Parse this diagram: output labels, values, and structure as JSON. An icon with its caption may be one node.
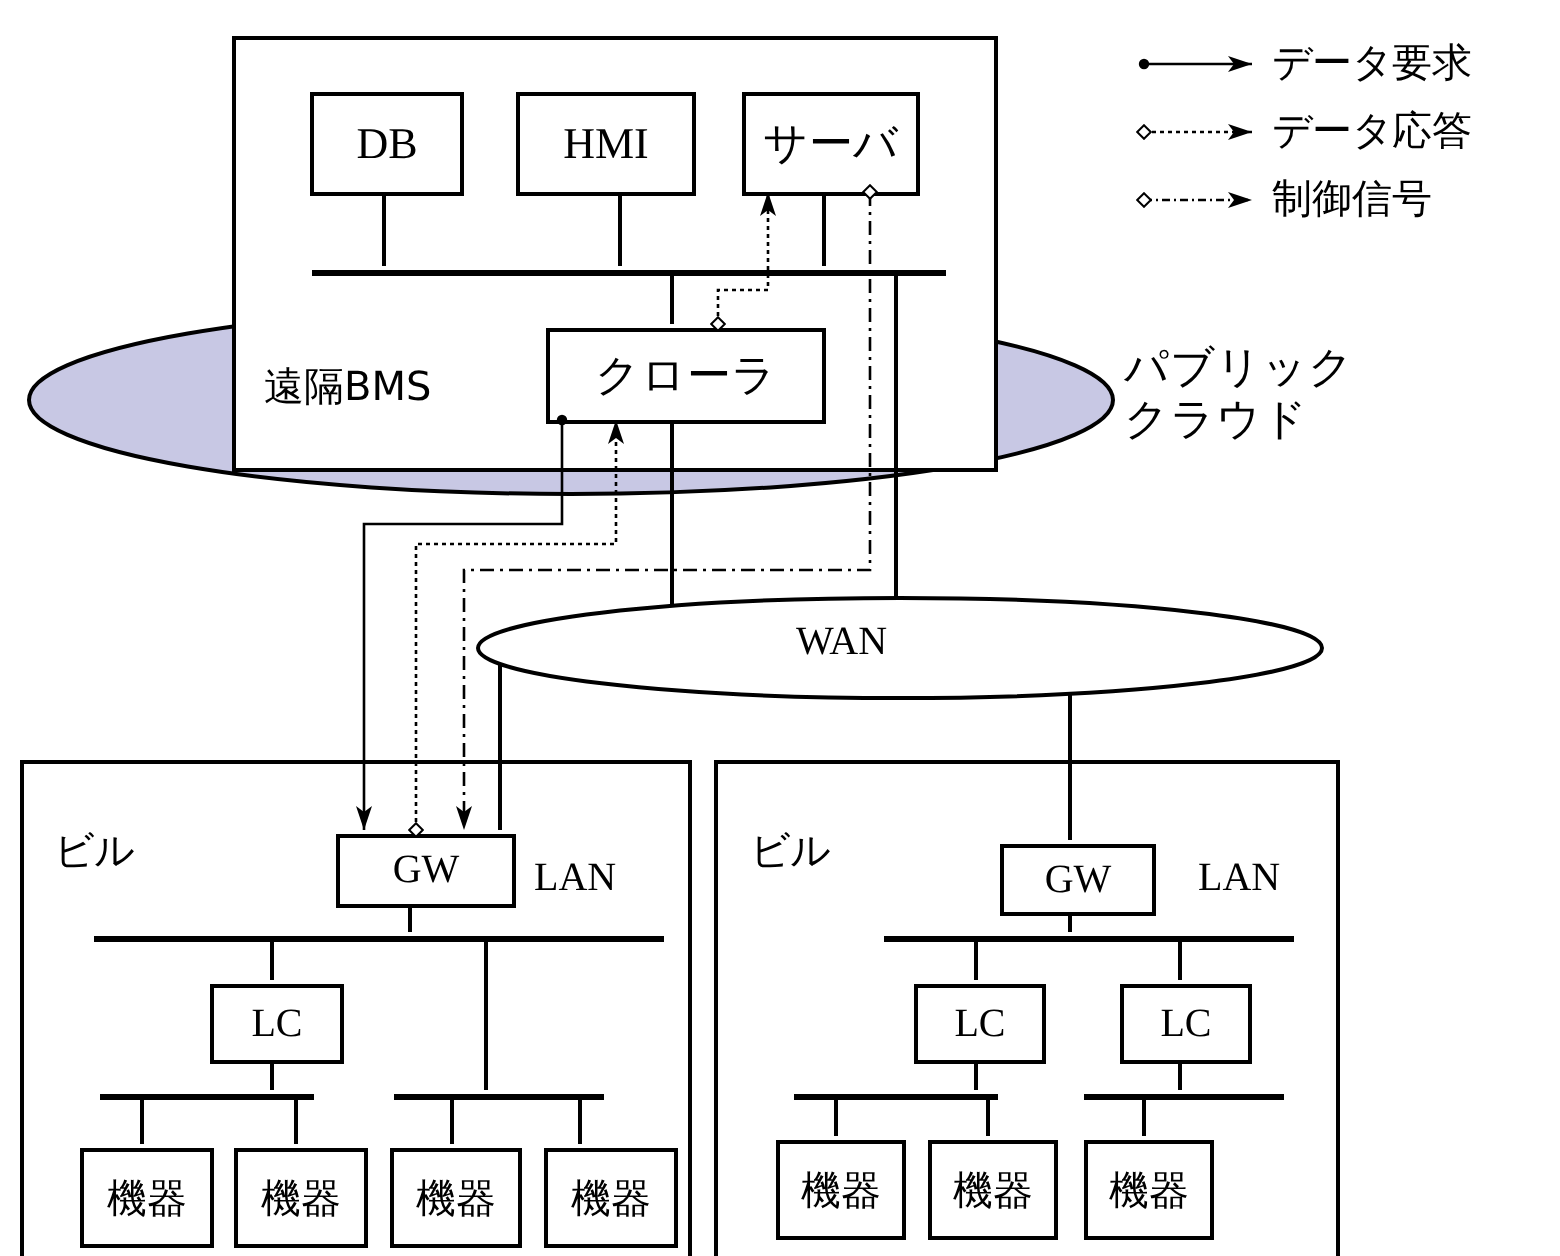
{
  "diagram": {
    "nodes": [
      {
        "text": [
          "遠隔BMS"
        ]
      },
      {
        "text": [
          "DB"
        ],
        "in": 0
      },
      {
        "text": [
          "HMI"
        ],
        "in": 0
      },
      {
        "text": [
          "サーバ"
        ],
        "in": 0
      },
      {
        "text": [],
        "shape": "bar",
        "in": 0
      },
      {
        "text": [
          "クローラ"
        ],
        "in": 0
      },
      {
        "text": [
          "WAN"
        ]
      },
      {
        "text": [
          "ビル",
          "LAN"
        ]
      },
      {
        "text": [
          "GW"
        ],
        "in": 7
      },
      {
        "text": [],
        "shape": "bar",
        "in": 7
      },
      {
        "text": [
          "LC"
        ],
        "in": 7
      },
      {
        "text": [],
        "shape": "bar",
        "in": 7
      },
      {
        "text": [],
        "shape": "bar",
        "in": 7
      },
      {
        "text": [
          "機器"
        ],
        "in": 7
      },
      {
        "text": [
          "機器"
        ],
        "in": 7
      },
      {
        "text": [
          "機器"
        ],
        "in": 7
      },
      {
        "text": [
          "機器"
        ],
        "in": 7
      },
      {
        "text": [
          "ビル",
          "LAN"
        ]
      },
      {
        "text": [
          "GW"
        ],
        "in": 17
      },
      {
        "text": [],
        "shape": "bar",
        "in": 17
      },
      {
        "text": [
          "LC"
        ],
        "in": 17
      },
      {
        "text": [
          "LC"
        ],
        "in": 17
      },
      {
        "text": [],
        "shape": "bar",
        "in": 17
      },
      {
        "text": [],
        "shape": "bar",
        "in": 17
      },
      {
        "text": [
          "機器"
        ],
        "in": 17
      },
      {
        "text": [
          "機器"
        ],
        "in": 17
      },
      {
        "text": [
          "機器"
        ],
        "in": 17
      }
    ],
    "edges": [
      {
        "from": 5,
        "to": 8,
        "arrow": "to"
      },
      {
        "from": 8,
        "to": 5,
        "arrow": "to",
        "style": "dashed"
      },
      {
        "from": 5,
        "to": 3,
        "arrow": "to",
        "style": "dashed"
      },
      {
        "from": 3,
        "to": 8,
        "arrow": "to",
        "style": "dashed"
      },
      {
        "from": 1,
        "to": 4,
        "arrow": "none"
      },
      {
        "from": 2,
        "to": 4,
        "arrow": "none"
      },
      {
        "from": 3,
        "to": 4,
        "arrow": "none"
      },
      {
        "from": 4,
        "to": 5,
        "arrow": "none"
      },
      {
        "from": 5,
        "to": 6,
        "arrow": "none"
      },
      {
        "from": 4,
        "to": 6,
        "arrow": "none"
      },
      {
        "from": 6,
        "to": 8,
        "arrow": "none"
      },
      {
        "from": 6,
        "to": 18,
        "arrow": "none"
      },
      {
        "from": 8,
        "to": 9,
        "arrow": "none"
      },
      {
        "from": 9,
        "to": 10,
        "arrow": "none"
      },
      {
        "from": 9,
        "to": 12,
        "arrow": "none"
      },
      {
        "from": 10,
        "to": 11,
        "arrow": "none"
      },
      {
        "from": 11,
        "to": 13,
        "arrow": "none"
      },
      {
        "from": 11,
        "to": 14,
        "arrow": "none"
      },
      {
        "from": 12,
        "to": 15,
        "arrow": "none"
      },
      {
        "from": 12,
        "to": 16,
        "arrow": "none"
      },
      {
        "from": 18,
        "to": 19,
        "arrow": "none"
      },
      {
        "from": 19,
        "to": 20,
        "arrow": "none"
      },
      {
        "from": 19,
        "to": 21,
        "arrow": "none"
      },
      {
        "from": 20,
        "to": 22,
        "arrow": "none"
      },
      {
        "from": 21,
        "to": 23,
        "arrow": "none"
      },
      {
        "from": 22,
        "to": 24,
        "arrow": "none"
      },
      {
        "from": 22,
        "to": 25,
        "arrow": "none"
      },
      {
        "from": 23,
        "to": 26,
        "arrow": "none"
      }
    ],
    "labels": [
      "パブリッククラウド"
    ],
    "legend": [
      {
        "text": "データ要求"
      },
      {
        "text": "データ応答"
      },
      {
        "text": "制御信号"
      }
    ]
  }
}
